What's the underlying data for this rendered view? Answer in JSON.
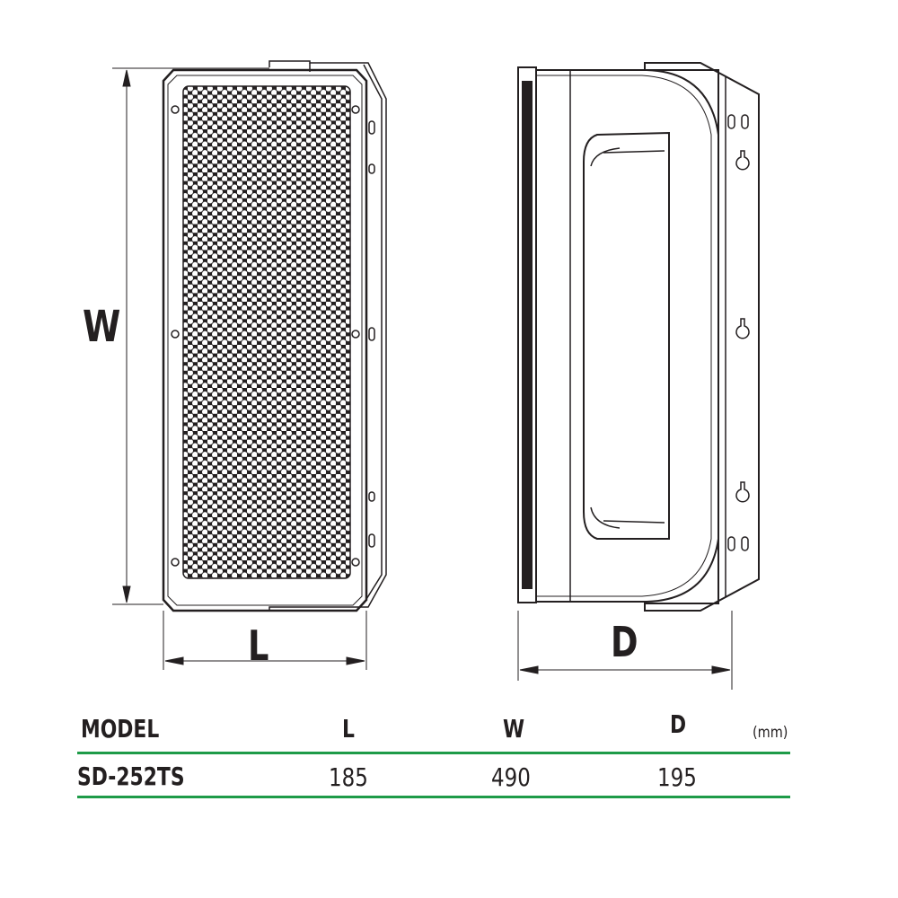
{
  "dimension_labels": {
    "width": "W",
    "length": "L",
    "depth": "D"
  },
  "spec_table": {
    "headers": [
      "MODEL",
      "L",
      "W",
      "D"
    ],
    "unit": "(mm)",
    "rows": [
      {
        "model": "SD-252TS",
        "L": "185",
        "W": "490",
        "D": "195"
      }
    ]
  },
  "colors": {
    "line": "#231f20",
    "accent": "#1e9b48"
  }
}
